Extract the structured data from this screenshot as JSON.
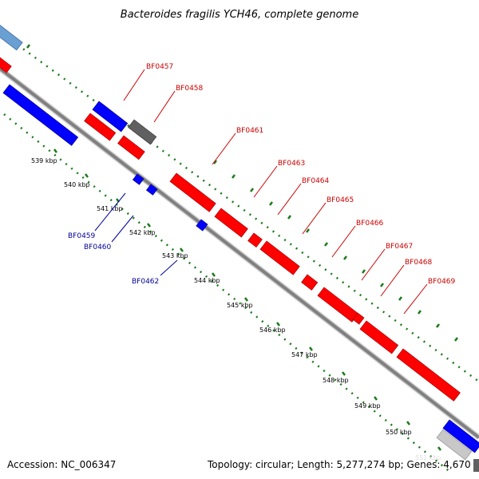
{
  "title": "Bacteroides fragilis YCH46, complete genome",
  "footer": {
    "accession": "Accession: NC_006347",
    "topology": "Topology: circular; Length: 5,277,274 bp; Genes: 4,670"
  },
  "ruler": {
    "labels": [
      "539 kbp",
      "540 kbp",
      "541 kbp",
      "542 kbp",
      "543 kbp",
      "544 kbp",
      "545 kbp",
      "546 kbp",
      "547 kbp",
      "548 kbp",
      "549 kbp",
      "550 kbp",
      "551 kbp"
    ]
  },
  "forward_genes": {
    "labels": [
      "BF0457",
      "BF0458",
      "BF0461",
      "BF0463",
      "BF0464",
      "BF0465",
      "BF0466",
      "BF0467",
      "BF0468",
      "BF0469"
    ]
  },
  "reverse_genes": {
    "labels": [
      "BF0459",
      "BF0460",
      "BF0462"
    ]
  },
  "colors": {
    "forward_cds": "#ff0000",
    "reverse_cds": "#0000ff",
    "backbone": "#808080",
    "ruler_ticks": "#1a7a1a",
    "forward_label": "#cc0000",
    "reverse_label": "#000099"
  }
}
